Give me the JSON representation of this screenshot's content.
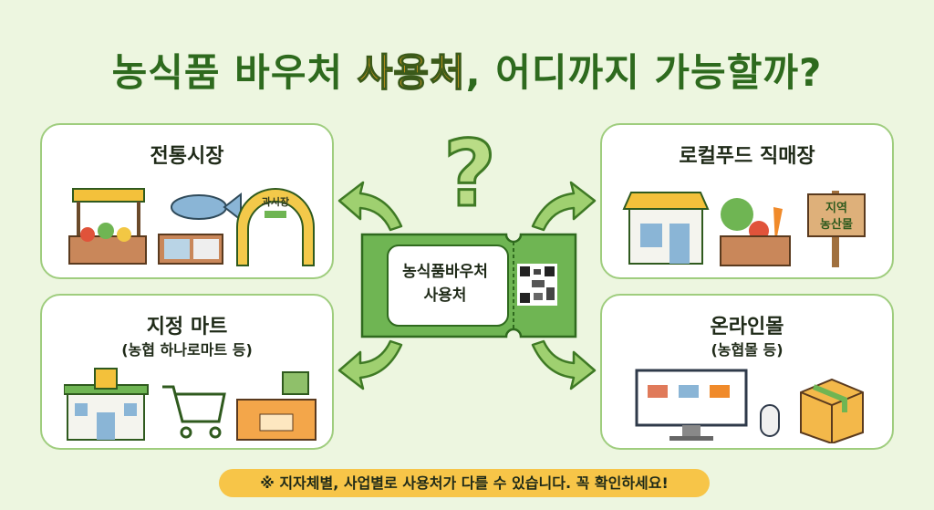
{
  "title": {
    "part1": "농식품 바우처 ",
    "highlight": "사용처",
    "part2": ", 어디까지 가능할까?"
  },
  "cards": [
    {
      "title": "전통시장",
      "arch_sign": "과시장"
    },
    {
      "title": "지정 마트",
      "subtitle": "(농협 하나로마트 등)"
    },
    {
      "title": "로컬푸드 직매장",
      "sign_line1": "지역",
      "sign_line2": "농산물"
    },
    {
      "title": "온라인몰",
      "subtitle": "(농협몰 등)"
    }
  ],
  "ticket": {
    "line1": "농식품바우처",
    "line2": "사용처"
  },
  "note": "※ 지자체별, 사업별로 사용처가 다를 수 있습니다. 꼭 확인하세요!",
  "colors": {
    "background": "#edf6e0",
    "title": "#2e6a1e",
    "highlight": "#f3aa1c",
    "card_border": "#9fcd7e",
    "ticket": "#6fb553",
    "note": "#f7c548"
  }
}
